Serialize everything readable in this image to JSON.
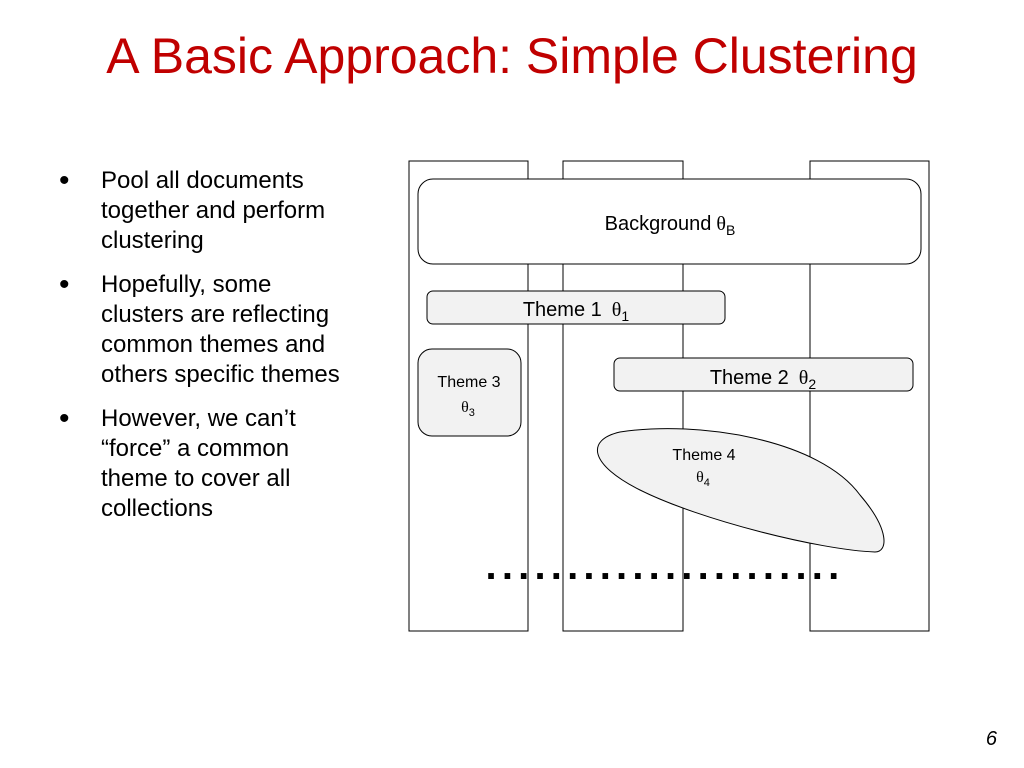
{
  "slide": {
    "title": "A Basic Approach: Simple Clustering",
    "page_number": "6"
  },
  "bullets": [
    "Pool all documents together and perform clustering",
    "Hopefully, some clusters are reflecting common themes and others specific themes",
    "However,  we can’t “force” a common theme to cover all collections"
  ],
  "diagram": {
    "collections_count": 3,
    "background": {
      "label": "Background",
      "symbol": "θ",
      "subscript": "B"
    },
    "theme1": {
      "label": "Theme 1",
      "symbol": "θ",
      "subscript": "1"
    },
    "theme2": {
      "label": "Theme 2",
      "symbol": "θ",
      "subscript": "2"
    },
    "theme3": {
      "label": "Theme 3",
      "symbol": "θ",
      "subscript": "3"
    },
    "theme4": {
      "label": "Theme 4",
      "symbol": "θ",
      "subscript": "4"
    },
    "ellipsis": "......................"
  }
}
